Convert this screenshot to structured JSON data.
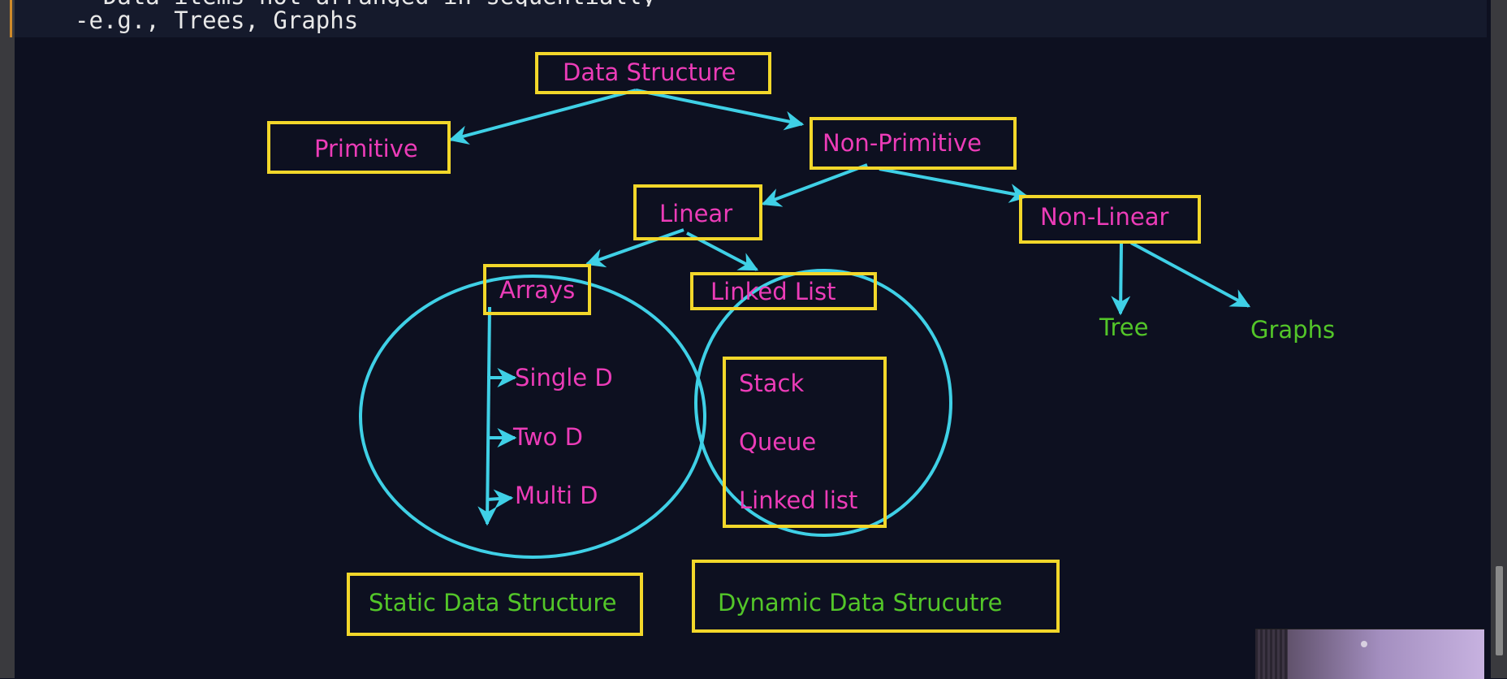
{
  "editor": {
    "partial_line": "- Data items not arranged in sequentially",
    "code_line": "-e.g., Trees, Graphs"
  },
  "diagram": {
    "data_structure": "Data Structure",
    "primitive": "Primitive",
    "non_primitive": "Non-Primitive",
    "linear": "Linear",
    "non_linear": "Non-Linear",
    "arrays": "Arrays",
    "linked_list": "Linked List",
    "single_d": "Single D",
    "two_d": "Two D",
    "multi_d": "Multi D",
    "stack": "Stack",
    "queue": "Queue",
    "linked_list_lower": "Linked list",
    "tree": "Tree",
    "graphs": "Graphs",
    "static_ds": "Static Data Structure",
    "dynamic_ds": "Dynamic Data Strucutre"
  },
  "colors": {
    "box": "#f2d72a",
    "arrow": "#3fd0e6",
    "pink_text": "#ec3cb8",
    "green_text": "#53c629"
  }
}
